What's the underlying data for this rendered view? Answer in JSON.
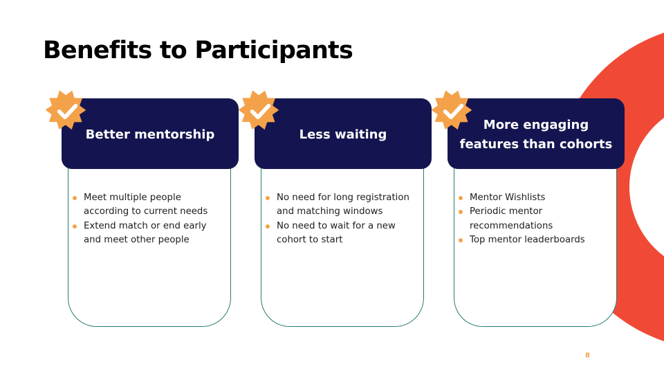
{
  "title": "Benefits to Participants",
  "cards": [
    {
      "heading": "Better mentorship",
      "bullets": [
        "Meet multiple people according to current needs",
        "Extend match or end early and meet other people"
      ]
    },
    {
      "heading": "Less waiting",
      "bullets": [
        "No need for long registration and matching windows",
        "No need to wait for a new cohort to start"
      ]
    },
    {
      "heading": "More engaging features than cohorts",
      "bullets": [
        "Mentor Wishlists",
        "Periodic mentor recommendations",
        "Top mentor leaderboards"
      ]
    }
  ],
  "page_number": "8",
  "badge_icon": "checkmark-badge-icon",
  "colors": {
    "accent_red": "#f04a36",
    "header_navy": "#141550",
    "badge_orange": "#f4a24a",
    "card_border": "#2a7a70"
  }
}
